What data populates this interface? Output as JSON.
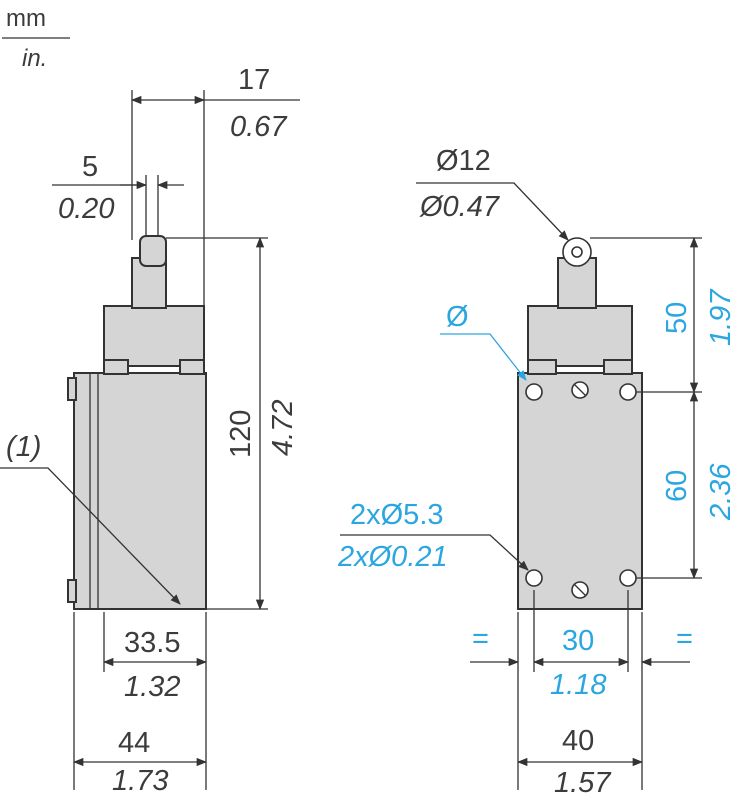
{
  "units": {
    "primary": "mm",
    "secondary": "in."
  },
  "side_view": {
    "top_width": {
      "mm": "17",
      "in": "0.67"
    },
    "roller_width": {
      "mm": "5",
      "in": "0.20"
    },
    "height": {
      "mm": "120",
      "in": "4.72"
    },
    "note": "(1)",
    "depth": {
      "mm": "33.5",
      "in": "1.32"
    },
    "total_depth": {
      "mm": "44",
      "in": "1.73"
    }
  },
  "front_view": {
    "roller_dia": {
      "mm": "Ø12",
      "in": "Ø0.47"
    },
    "dia_symbol": "Ø",
    "upper_height": {
      "mm": "50",
      "in": "1.97"
    },
    "lower_height": {
      "mm": "60",
      "in": "2.36"
    },
    "mount_holes": {
      "mm": "2xØ5.3",
      "in": "2xØ0.21"
    },
    "equal_left": "=",
    "equal_right": "=",
    "hole_spacing": {
      "mm": "30",
      "in": "1.18"
    },
    "width": {
      "mm": "40",
      "in": "1.57"
    }
  },
  "colors": {
    "dimension_blue": "#2aa6e0",
    "body_gray": "#d5d5d5",
    "line": "#333333"
  }
}
